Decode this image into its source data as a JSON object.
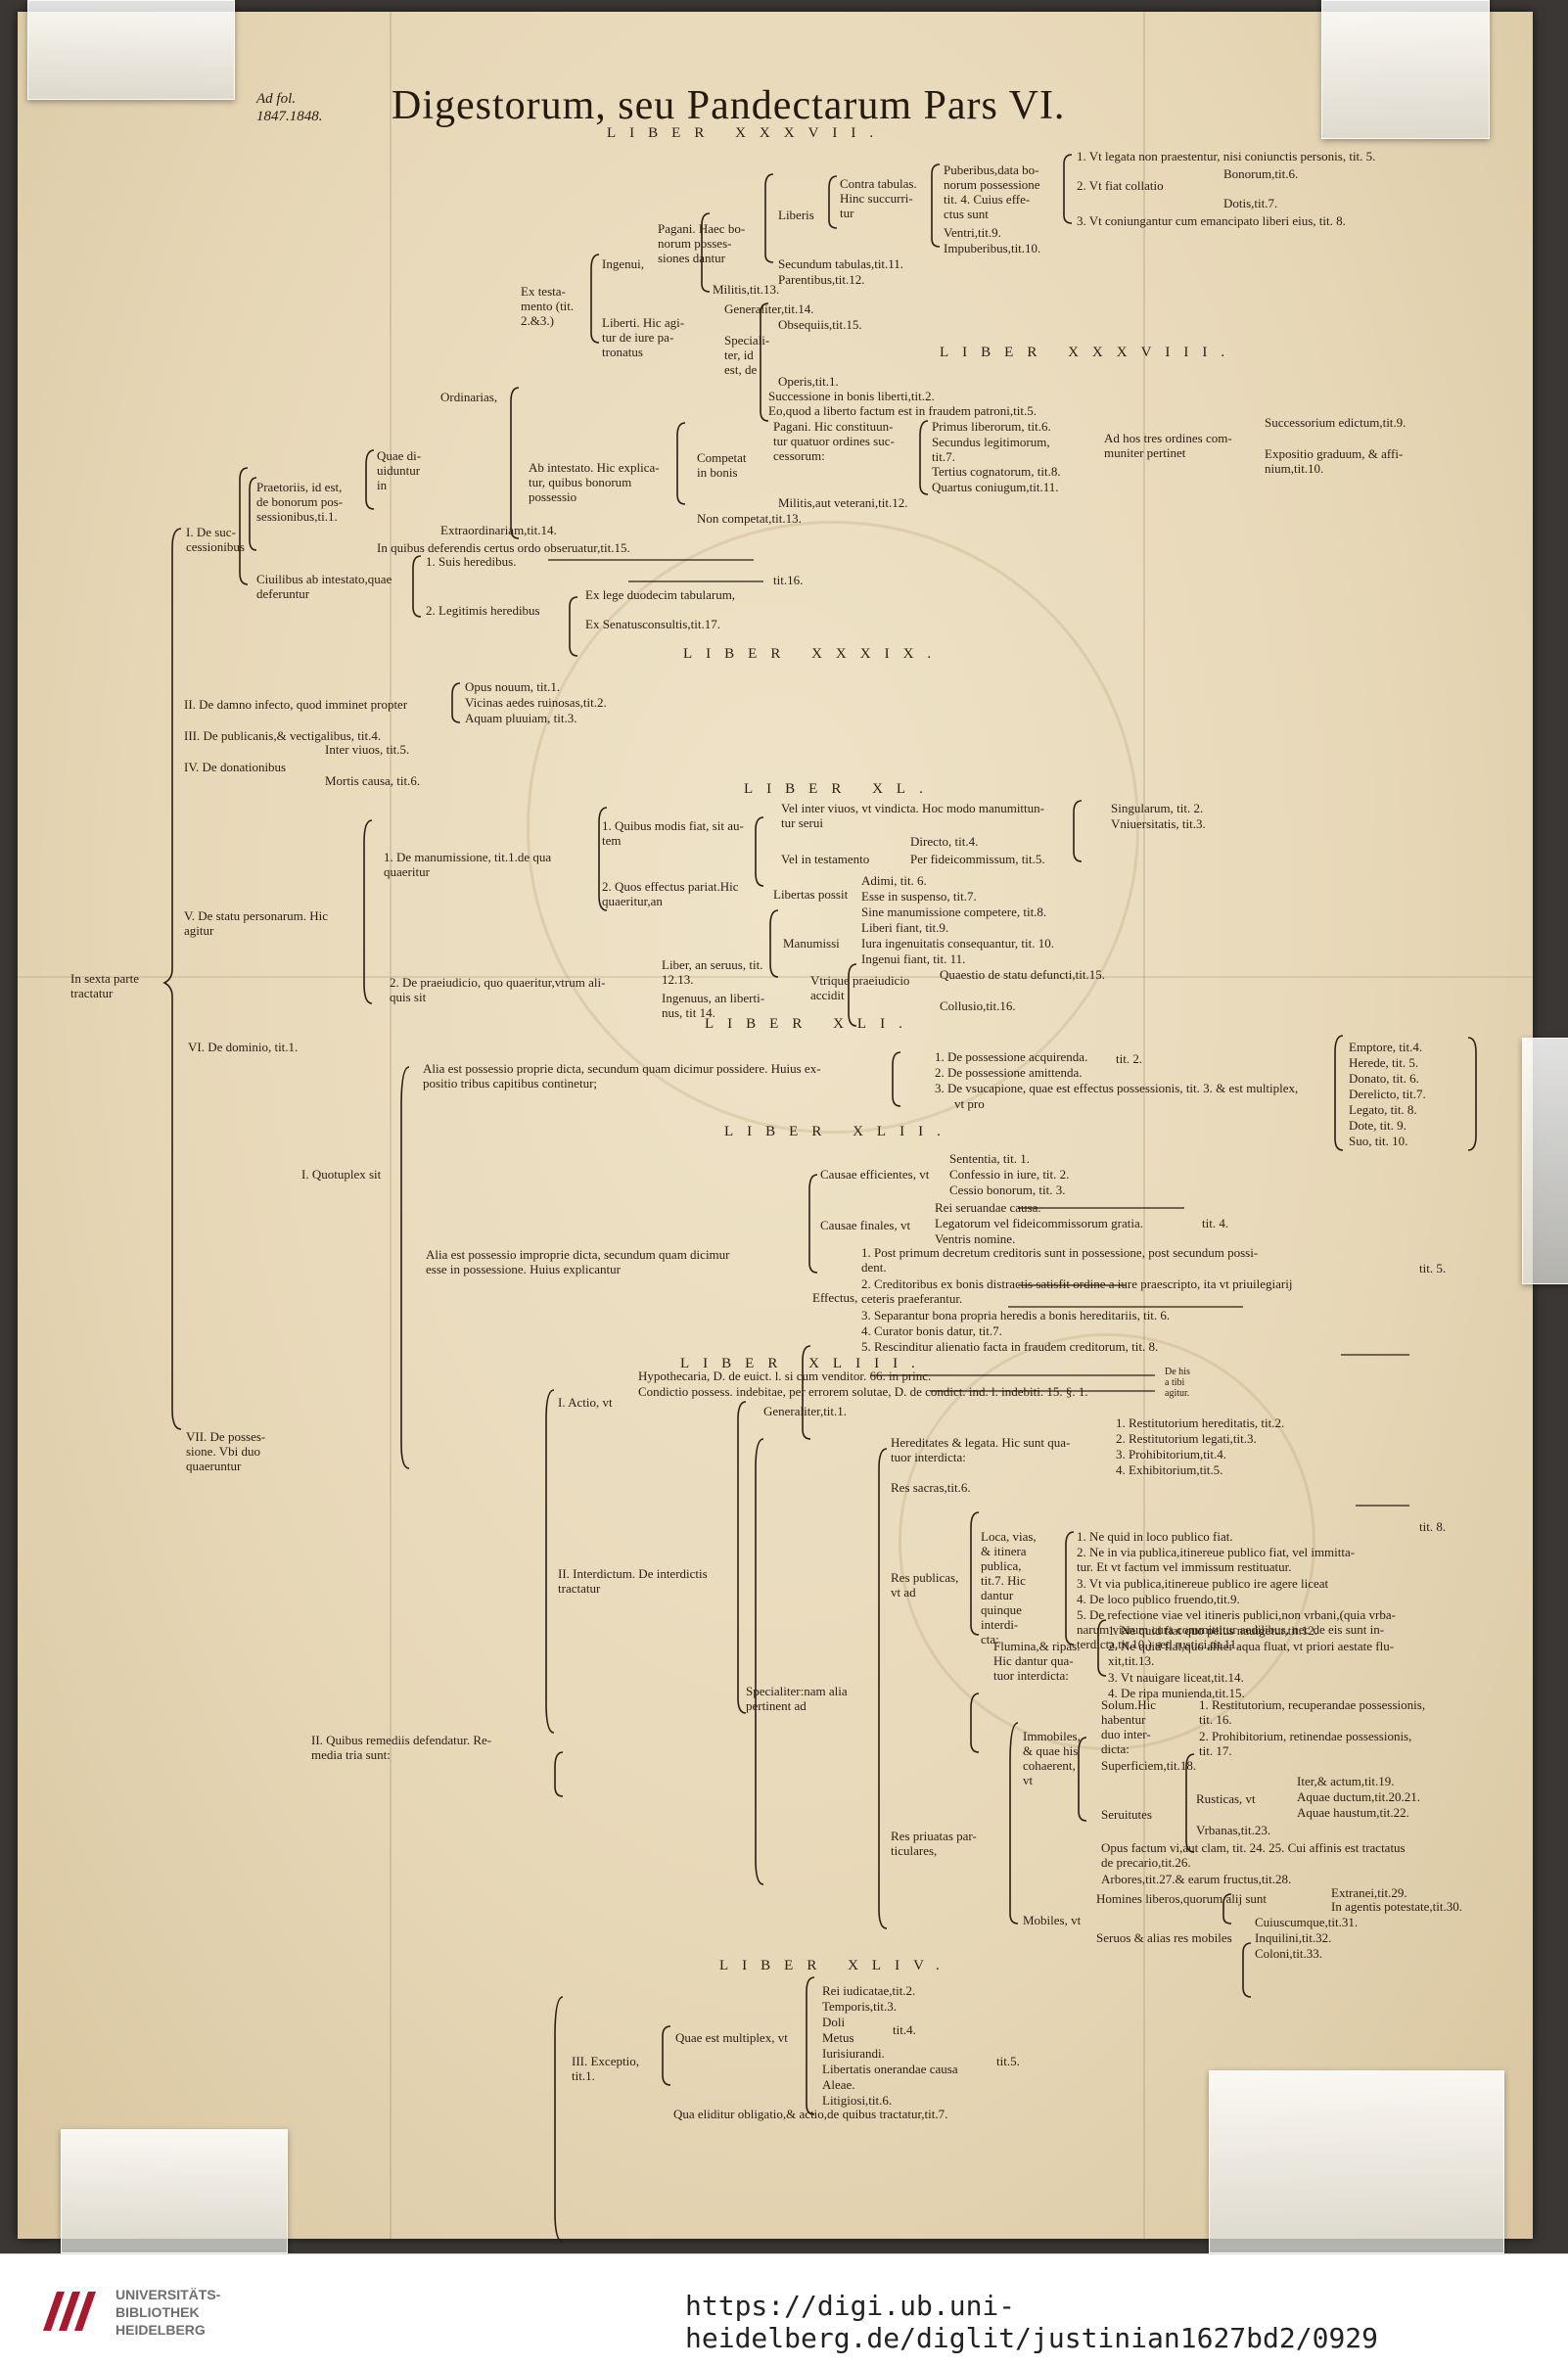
{
  "sheet": {
    "title": "Digestorum, seu Pandectarum Pars VI.",
    "margin_ref": [
      "Ad fol.",
      "1847.1848."
    ],
    "liber": [
      "LIBER XXXVII.",
      "LIBER XXXVIII.",
      "LIBER XXXIX.",
      "LIBER XL.",
      "LIBER XLI.",
      "LIBER XLII.",
      "LIBER XLIII.",
      "LIBER XLIV."
    ]
  },
  "tree": {
    "root": [
      "In sexta parte",
      "tractatur"
    ],
    "successionibus": [
      "I. De suc-",
      "cessionibus"
    ],
    "praetoriis": [
      "Praetoriis, id est,",
      "de bonorum pos-",
      "sessionibus,ti.1."
    ],
    "quae_dividuntur": [
      "Quae di-",
      "uiduntur",
      "in"
    ],
    "ordinarias": "Ordinarias,",
    "ex_testamento": [
      "Ex testa-",
      "mento (tit.",
      "2.&3.)"
    ],
    "ingenui": "Ingenui,",
    "pagani": [
      "Pagani. Haec bo-",
      "norum posses-",
      "siones dantur"
    ],
    "liberis": "Liberis",
    "contra_tabulas": [
      "Contra tabulas.",
      "Hinc succurri-",
      "tur"
    ],
    "puberibus": [
      "Puberibus,data bo-",
      "norum possessione",
      "tit. 4. Cuius effe-",
      "ctus sunt"
    ],
    "ventri": "Ventri,tit.9.",
    "impuberibus": "Impuberibus,tit.10.",
    "secundum_tabulas": "Secundum tabulas,tit.11.",
    "parentibus": "Parentibus,tit.12.",
    "legata": "1. Vt legata non praestentur, nisi coniunctis personis, tit. 5.",
    "collatio": "2. Vt fiat collatio",
    "bonorum": "Bonorum,tit.6.",
    "dotis": "Dotis,tit.7.",
    "coniungantur": "3. Vt coniungantur cum emancipato liberi eius, tit. 8.",
    "militis": "Militis,tit.13.",
    "liberti": [
      "Liberti. Hic agi-",
      "tur de iure pa-",
      "tronatus"
    ],
    "generaliter": "Generaliter,tit.14.",
    "specialiter": [
      "Speciali-",
      "ter, id",
      "est, de"
    ],
    "obsequiis": "Obsequiis,tit.15.",
    "operis": "Operis,tit.1.",
    "successione_liberti": "Successione in bonis liberti,tit.2.",
    "fraudem_patroni": "Eo,quod a liberto factum est in fraudem patroni,tit.5.",
    "ab_intestato": [
      "Ab intestato. Hic explica-",
      "tur, quibus bonorum",
      "possessio"
    ],
    "competat": [
      "Competat",
      "in bonis"
    ],
    "pagani2": [
      "Pagani. Hic constituun-",
      "tur quatuor ordines suc-",
      "cessorum:"
    ],
    "primus": "Primus liberorum, tit.6.",
    "secundus": [
      "Secundus legitimorum,",
      "tit.7."
    ],
    "tertius": "Tertius cognatorum, tit.8.",
    "quartus": "Quartus coniugum,tit.11.",
    "tres_ordines": [
      "Ad hos tres ordines com-",
      "muniter pertinet"
    ],
    "successorium": "Successorium edictum,tit.9.",
    "expositio": [
      "Expositio graduum, & affi-",
      "nium,tit.10."
    ],
    "militis_veterani": "Militis,aut veterani,tit.12.",
    "non_competat": "Non competat,tit.13.",
    "extraordinariam": "Extraordinariam,tit.14.",
    "ordo": "In quibus deferendis certus ordo obseruatur,tit.15.",
    "civilibus": [
      "Ciuilibus ab intestato,quae",
      "deferuntur"
    ],
    "suis": "1. Suis heredibus.",
    "legitimis": "2. Legitimis heredibus",
    "duodecim": "Ex lege duodecim tabularum,",
    "tit16": "tit.16.",
    "senatus": "Ex Senatusconsultis,tit.17.",
    "damno": "II. De damno infecto, quod imminet propter",
    "opus": "Opus nouum, tit.1.",
    "vicinas": "Vicinas aedes ruinosas,tit.2.",
    "aquam": "Aquam pluuiam, tit.3.",
    "publicanis": "III. De publicanis,& vectigalibus, tit.4.",
    "donationibus": "IV. De donationibus",
    "inter_vivos": "Inter viuos, tit.5.",
    "mortis": "Mortis causa, tit.6.",
    "statu": [
      "V. De statu personarum. Hic",
      "agitur"
    ],
    "manumissione": [
      "1. De manumissione, tit.1.de qua",
      "quaeritur"
    ],
    "quibus_modis": [
      "1. Quibus modis fiat, sit au-",
      "tem"
    ],
    "vel_inter": [
      "Vel inter viuos, vt vindicta. Hoc modo manumittun-",
      "tur serui"
    ],
    "singularum": "Singularum, tit. 2.",
    "universitatis": "Vniuersitatis, tit.3.",
    "vel_testamento": "Vel in testamento",
    "directo": "Directo, tit.4.",
    "fideicommissum": "Per fideicommissum, tit.5.",
    "quos_effectus": [
      "2. Quos effectus pariat.Hic",
      "quaeritur,an"
    ],
    "libertas": "Libertas possit",
    "adimi": "Adimi, tit. 6.",
    "suspenso": "Esse in suspenso, tit.7.",
    "sine_manumissione": "Sine manumissione competere, tit.8.",
    "manumissi": "Manumissi",
    "liberi_fiant": "Liberi fiant, tit.9.",
    "iura": "Iura ingenuitatis consequantur, tit. 10.",
    "ingenui_fiant": "Ingenui fiant, tit. 11.",
    "praeiudicio": [
      "2. De praeiudicio, quo quaeritur,vtrum ali-",
      "quis sit"
    ],
    "liber_servus": [
      "Liber, an seruus, tit.",
      "12.13."
    ],
    "ingenuus": [
      "Ingenuus, an liberti-",
      "nus, tit 14."
    ],
    "utrique": [
      "Vtrique praeiudicio",
      "accidit"
    ],
    "quaestio": "Quaestio de statu defuncti,tit.15.",
    "collusio": "Collusio,tit.16.",
    "dominio": "VI. De dominio, tit.1.",
    "possessionibus": [
      "VII. De posses-",
      "sione. Vbi duo",
      "quaeruntur"
    ],
    "quotuplex": "I. Quotuplex sit",
    "alia_propria": [
      "Alia est possessio proprie dicta, secundum quam dicimur possidere. Huius ex-",
      "positio tribus capitibus continetur;"
    ],
    "acquirenda": "1. De possessione acquirenda.",
    "tit2": "tit. 2.",
    "amittenda": "2. De possessione amittenda.",
    "usucapione": "3. De vsucapione, quae est effectus possessionis, tit. 3. & est multiplex,",
    "vt_pro": "vt pro",
    "emptore": "Emptore, tit.4.",
    "herede": "Herede, tit. 5.",
    "donato": "Donato, tit. 6.",
    "derelicto": "Derelicto, tit.7.",
    "legato": "Legato, tit. 8.",
    "dote": "Dote, tit. 9.",
    "suo": "Suo, tit. 10.",
    "alia_impropria": [
      "Alia est possessio improprie dicta, secundum quam dicimur",
      "esse in possessione. Huius explicantur"
    ],
    "causae_efficientes": "Causae efficientes, vt",
    "sententia": "Sententia, tit. 1.",
    "confessio": "Confessio in iure, tit. 2.",
    "cessio": "Cessio bonorum, tit. 3.",
    "causae_finales": "Causae finales, vt",
    "rei_servandae": "Rei seruandae causa.",
    "legatorum": "Legatorum vel fideicommissorum gratia.",
    "tit4": "tit. 4.",
    "ventris": "Ventris nomine.",
    "effectus": "Effectus,",
    "post_primum": [
      "1. Post primum decretum creditoris sunt in possessione, post secundum possi-",
      "dent."
    ],
    "tit5": "tit. 5.",
    "creditoribus": [
      "2. Creditoribus ex bonis distractis satisfit ordine a iure praescripto, ita vt priuilegiarij",
      "ceteris praeferantur."
    ],
    "separantur": "3. Separantur bona propria heredis a bonis hereditariis, tit. 6.",
    "curator": "4. Curator bonis datur, tit.7.",
    "rescinditur": "5. Rescinditur alienatio facta in fraudem creditorum, tit. 8.",
    "quibus_remediis": [
      "II. Quibus remediis defendatur. Re-",
      "media tria sunt:"
    ],
    "actio": "I. Actio, vt",
    "hypothecaria": "Hypothecaria, D. de euict. l. si cum venditor. 66. in princ.",
    "condictio": "Condictio possess. indebitae, per errorem solutae, D. de condict. ind. l. indebiti. 15. §. 1.",
    "de_his": [
      "De his",
      "a tibi",
      "agitur."
    ],
    "interdictum": [
      "II. Interdictum. De interdictis",
      "tractatur"
    ],
    "generaliter_int": "Generaliter,tit.1.",
    "hereditates": [
      "Hereditates & legata. Hic sunt qua-",
      "tuor interdicta:"
    ],
    "restitutorium_her": "1. Restitutorium hereditatis, tit.2.",
    "restitutorium_leg": "2. Restitutorium legati,tit.3.",
    "prohibitorium": "3. Prohibitorium,tit.4.",
    "exhibitorium": "4. Exhibitorium,tit.5.",
    "res_sacras": "Res sacras,tit.6.",
    "specialiter_int": [
      "Specialiter:nam alia",
      "pertinent ad"
    ],
    "res_publicas": [
      "Res publicas,",
      "vt ad"
    ],
    "loca": [
      "Loca, vias,",
      "& itinera",
      "publica,",
      "tit.7. Hic",
      "dantur",
      "quinque",
      "interdi-",
      "cta:"
    ],
    "ne_quid": "1. Ne quid in loco publico fiat.",
    "ne_via": [
      "2. Ne in via publica,itinereue publico fiat, vel immitta-",
      "tur. Et vt factum vel immissum restituatur."
    ],
    "tit8": "tit. 8.",
    "vt_via": "3. Vt via publica,itinereue publico ire agere liceat",
    "loco_publico": "4. De loco publico fruendo,tit.9.",
    "refectione": [
      "5. De refectione viae vel itineris publici,non vrbani,(quia vrba-",
      "narum viarum cura committitur aedilibus, nec de eis sunt in-",
      "terdicta,tit.10.) sed rustici,tit.11."
    ],
    "flumina": [
      "Flumina,& ripas.",
      "Hic dantur qua-",
      "tuor interdicta:"
    ],
    "ne_navigetur": "1. Ne quid fiat quo peius nauigetur,tit.12.",
    "ne_aqua": [
      "2. Ne quid fiat,quo aliter aqua fluat, vt priori aestate flu-",
      "xit,tit.13."
    ],
    "navigare": "3. Vt nauigare liceat,tit.14.",
    "ripa": "4. De ripa munienda,tit.15.",
    "res_privatas": [
      "Res priuatas par-",
      "ticulares,"
    ],
    "immobiles": [
      "Immobiles,",
      "& quae his",
      "cohaerent,",
      "vt"
    ],
    "solum": [
      "Solum.Hic",
      "habentur",
      "duo inter-",
      "dicta:"
    ],
    "restitutorium_pos": [
      "1. Restitutorium, recuperandae possessionis,",
      "tit. 16."
    ],
    "prohibitorium_pos": [
      "2. Prohibitorium, retinendae possessionis,",
      "tit. 17."
    ],
    "superficiem": "Superficiem,tit.18.",
    "servitutes": "Seruitutes",
    "rusticas": "Rusticas, vt",
    "iter": "Iter,& actum,tit.19.",
    "aquae_ductum": "Aquae ductum,tit.20.21.",
    "aquae_haustum": "Aquae haustum,tit.22.",
    "urbanas": "Vrbanas,tit.23.",
    "opus_factum": [
      "Opus factum vi,aut clam, tit. 24. 25. Cui affinis est tractatus",
      "de precario,tit.26."
    ],
    "arbores": "Arbores,tit.27.& earum fructus,tit.28.",
    "mobiles": "Mobiles, vt",
    "homines": "Homines liberos,quorum alij sunt",
    "extranei": "Extranei,tit.29.",
    "in_agentis": "In agentis potestate,tit.30.",
    "servos": "Seruos & alias res mobiles",
    "cuiuscumque": "Cuiuscumque,tit.31.",
    "inquilini": "Inquilini,tit.32.",
    "coloni": "Coloni,tit.33.",
    "exceptio": [
      "III. Exceptio,",
      "tit.1."
    ],
    "quae_multiplex": "Quae est multiplex, vt",
    "rei_iudicatae": "Rei iudicatae,tit.2.",
    "temporis": "Temporis,tit.3.",
    "doli": "Doli",
    "metus": "Metus",
    "tit4b": "tit.4.",
    "iurisiurandi": "Iurisiurandi.",
    "libertatis": "Libertatis onerandae causa",
    "tit5b": "tit.5.",
    "aleae": "Aleae.",
    "litigiosi": "Litigiosi,tit.6.",
    "qua_eliditur": "Qua eliditur obligatio,& actio,de quibus tractatur,tit.7."
  },
  "footer": {
    "logo_lines": [
      "UNIVERSITÄTS-",
      "BIBLIOTHEK",
      "HEIDELBERG"
    ],
    "url": "https://digi.ub.uni-heidelberg.de/diglit/justinian1627bd2/0929"
  },
  "colors": {
    "ink": "#2a1e14",
    "paper": "#e9dcbf",
    "backdrop": "#3a3734",
    "logo_red": "#a6192e",
    "logo_grey": "#6d6e70"
  }
}
